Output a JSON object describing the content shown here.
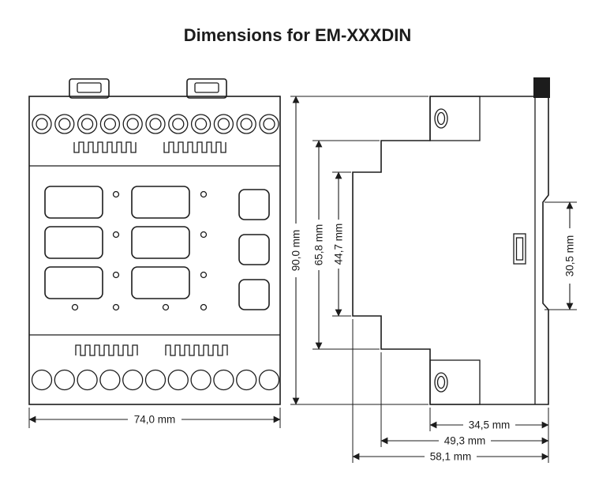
{
  "title": "Dimensions for EM-XXXDIN",
  "dimensions": {
    "width": "74,0 mm",
    "total_height": "90,0 mm",
    "upper_body_height": "65,8 mm",
    "front_face_height": "44,7 mm",
    "din_clip_height": "30,5 mm",
    "terminal_depth": "34,5 mm",
    "mid_depth": "49,3 mm",
    "total_depth": "58,1 mm"
  }
}
